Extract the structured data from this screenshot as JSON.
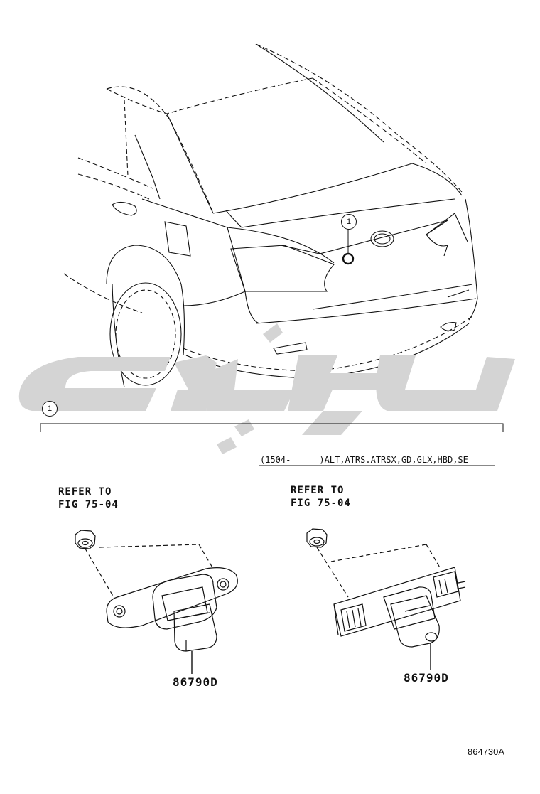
{
  "callouts": {
    "car_index": "1",
    "group_index": "1"
  },
  "condition_note": {
    "prefix": "(1504-",
    "models": ")ALT,ATRS.ATRSX,GD,GLX,HBD,SE"
  },
  "left_assembly": {
    "refer_line1": "REFER TO",
    "refer_line2": "FIG 75-04",
    "part_number": "86790D"
  },
  "right_assembly": {
    "refer_line1": "REFER TO",
    "refer_line2": "FIG 75-04",
    "part_number": "86790D"
  },
  "figure_id": "864730A",
  "colors": {
    "line": "#111111",
    "watermark": "#d4d4d4"
  },
  "icons": {
    "watermark": "watermark-logo",
    "left_part": "rear-camera-round-bracket-icon",
    "right_part": "rear-camera-rect-bracket-icon",
    "nut": "nut-icon"
  }
}
